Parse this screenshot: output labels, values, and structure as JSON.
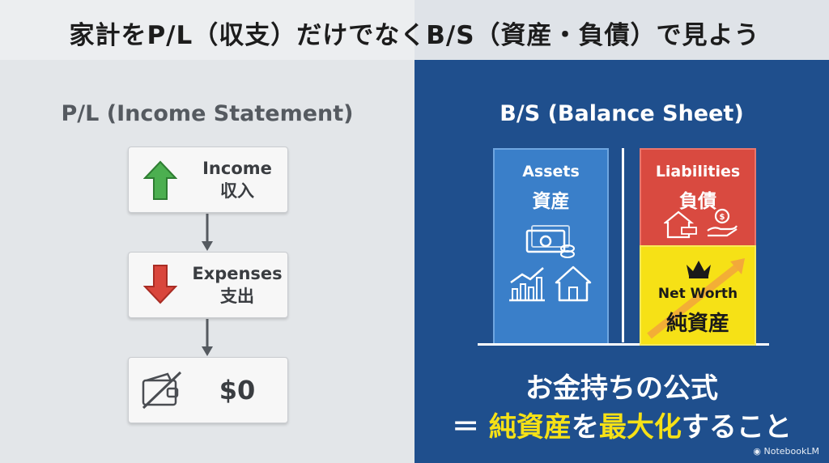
{
  "title": "家計をP/L（収支）だけでなくB/S（資産・負債）で見よう",
  "pl": {
    "heading": "P/L (Income Statement)",
    "income": {
      "en": "Income",
      "ja": "収入"
    },
    "expenses": {
      "en": "Expenses",
      "ja": "支出"
    },
    "result": "$0"
  },
  "bs": {
    "heading": "B/S (Balance Sheet)",
    "assets": {
      "en": "Assets",
      "ja": "資産"
    },
    "liabilities": {
      "en": "Liabilities",
      "ja": "負債"
    },
    "net_worth": {
      "en": "Net Worth",
      "ja": "純資産"
    }
  },
  "formula": {
    "line1": "お金持ちの公式",
    "line2_prefix": "＝ ",
    "line2_hl1": "純資産",
    "line2_mid": "を",
    "line2_hl2": "最大化",
    "line2_suffix": "すること"
  },
  "logo": "NotebookLM",
  "colors": {
    "left_bg": "#e3e6e9",
    "right_bg": "#1f4f8d",
    "assets": "#3a7fc9",
    "liabilities": "#d94a40",
    "net_worth": "#f6e116",
    "income_arrow": "#4caf50",
    "expenses_arrow": "#d9463c",
    "highlight": "#f6e116"
  },
  "icons": [
    "up-arrow-icon",
    "down-arrow-icon",
    "wallet-crossed-icon",
    "cash-icon",
    "chart-icon",
    "house-icon",
    "mortgage-house-icon",
    "money-hand-icon",
    "crown-icon",
    "growth-arrow-icon",
    "notebooklm-logo-icon"
  ]
}
